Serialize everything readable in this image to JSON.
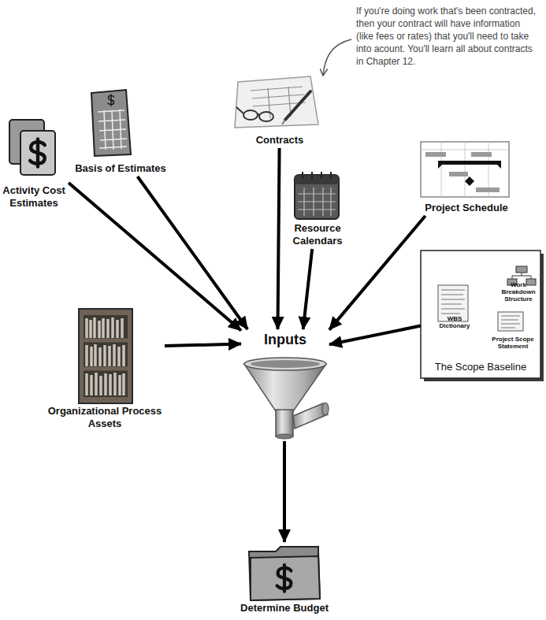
{
  "diagram": {
    "nodes": [
      {
        "text": [
          "Activity Cost Estimates"
        ]
      },
      {
        "text": [
          "Basis of Estimates"
        ]
      },
      {
        "text": [
          "Contracts"
        ]
      },
      {
        "text": [
          "Resource Calendars"
        ]
      },
      {
        "text": [
          "Project Schedule"
        ]
      },
      {
        "text": [
          "The Scope Baseline"
        ]
      },
      {
        "text": [
          "WBS Dictionary"
        ],
        "in": 5
      },
      {
        "text": [
          "Work Breakdown Structure"
        ],
        "in": 5
      },
      {
        "text": [
          "Project Scope Statement"
        ],
        "in": 5
      },
      {
        "text": [
          "Organizational Process Assets"
        ]
      },
      {
        "text": [
          "Inputs"
        ]
      },
      {
        "text": [
          "Determine Budget"
        ]
      }
    ],
    "edges": [
      {
        "from": 0,
        "to": 10,
        "arrow": "to"
      },
      {
        "from": 1,
        "to": 10,
        "arrow": "to"
      },
      {
        "from": 2,
        "to": 10,
        "arrow": "to"
      },
      {
        "from": 3,
        "to": 10,
        "arrow": "to"
      },
      {
        "from": 4,
        "to": 10,
        "arrow": "to"
      },
      {
        "from": 5,
        "to": 10,
        "arrow": "to"
      },
      {
        "from": 9,
        "to": 10,
        "arrow": "to"
      },
      {
        "from": 10,
        "to": 11,
        "arrow": "to"
      }
    ],
    "labels": [
      "If you're doing work that's been contracted, then your contract will have information (like fees or rates) that you'll need to take into acount. You'll learn all about contracts in Chapter 12."
    ]
  }
}
